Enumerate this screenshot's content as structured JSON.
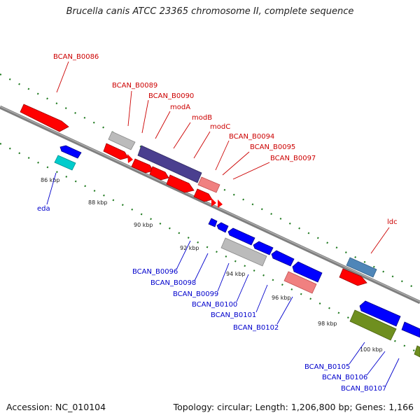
{
  "title": "Brucella canis ATCC 23365 chromosome II, complete sequence",
  "accession": "Accession: NC_010104",
  "topology": "Topology: circular; Length: 1,206,800 bp; Genes: 1,166",
  "colors": {
    "backbone": "#7f7f7f",
    "tick": "#1f7a1f",
    "forward_label": "#cc0000",
    "reverse_label": "#0000cc",
    "red": "#ff0000",
    "blue": "#0000ff",
    "cyan": "#00cccc",
    "gray": "#bbbbbb",
    "navy": "#4a3f8f",
    "pink": "#f08080",
    "steel": "#4f86b8",
    "olive": "#6f8f1f"
  },
  "ruler": {
    "ticks": [
      "86 kbp",
      "88 kbp",
      "90 kbp",
      "92 kbp",
      "94 kbp",
      "96 kbp",
      "98 kbp",
      "100 kbp"
    ]
  },
  "forward_labels": [
    "BCAN_B0086",
    "BCAN_B0089",
    "BCAN_B0090",
    "modA",
    "modB",
    "modC",
    "BCAN_B0094",
    "BCAN_B0095",
    "BCAN_B0097",
    "ldc"
  ],
  "reverse_labels": [
    "eda",
    "BCAN_B0096",
    "BCAN_B0098",
    "BCAN_B0099",
    "BCAN_B0100",
    "BCAN_B0101",
    "BCAN_B0102",
    "BCAN_B0105",
    "BCAN_B0106",
    "BCAN_B0107"
  ]
}
